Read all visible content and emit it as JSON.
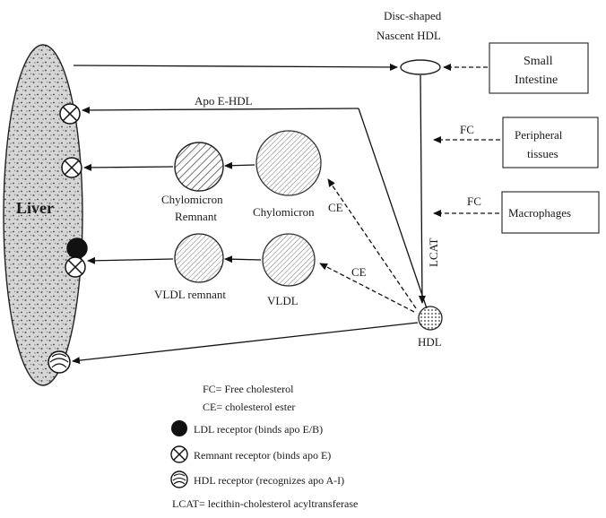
{
  "liver": {
    "label": "Liver"
  },
  "nascent_hdl": {
    "line1": "Disc-shaped",
    "line2": "Nascent HDL"
  },
  "sources": {
    "small_intestine": {
      "line1": "Small",
      "line2": "Intestine"
    },
    "peripheral": {
      "line1": "Peripheral",
      "line2": "tissues"
    },
    "macrophages": {
      "label": "Macrophages"
    }
  },
  "particles": {
    "chylomicron": "Chylomicron",
    "chylo_remnant_line1": "Chylomicron",
    "chylo_remnant_line2": "Remnant",
    "vldl": "VLDL",
    "vldl_remnant": "VLDL remnant",
    "hdl": "HDL"
  },
  "arrow_labels": {
    "apo_e_hdl": "Apo E-HDL",
    "fc_top": "FC",
    "fc_bottom": "FC",
    "ce_top": "CE",
    "ce_bottom": "CE",
    "lcat": "LCAT"
  },
  "legend": {
    "fc": "FC= Free cholesterol",
    "ce": "CE= cholesterol ester",
    "ldl": "LDL receptor (binds apo E/B)",
    "remnant": "Remnant receptor (binds apo E)",
    "hdl": "HDL receptor (recognizes apo A-I)",
    "lcat": "LCAT= lecithin-cholesterol acyltransferase"
  }
}
